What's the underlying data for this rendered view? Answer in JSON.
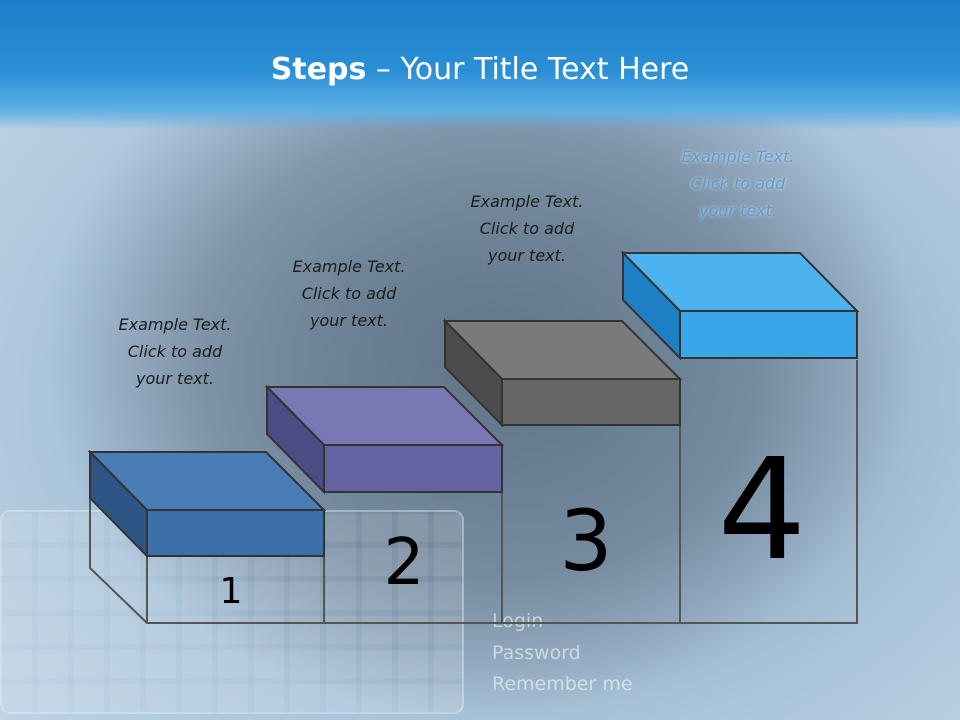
{
  "title": {
    "bold": "Steps",
    "rest": " – Your Title Text Here"
  },
  "steps": [
    {
      "number": "1",
      "line1": "Example Text.",
      "line2": "Click  to add",
      "line3": "your text."
    },
    {
      "number": "2",
      "line1": "Example Text.",
      "line2": "Click  to add",
      "line3": "your text."
    },
    {
      "number": "3",
      "line1": "Example Text.",
      "line2": "Click  to add",
      "line3": "your text."
    },
    {
      "number": "4",
      "line1": "Example Text.",
      "line2": "Click  to add",
      "line3": "your text."
    }
  ],
  "background_text": {
    "login": "Login",
    "password": "Password",
    "remember": "Remember  me"
  },
  "colors": {
    "header": "#1a7fc8",
    "step1": "#3d6fa8",
    "step2": "#6a6aa8",
    "step3": "#6c6c6c",
    "step4": "#3aa6ea"
  }
}
